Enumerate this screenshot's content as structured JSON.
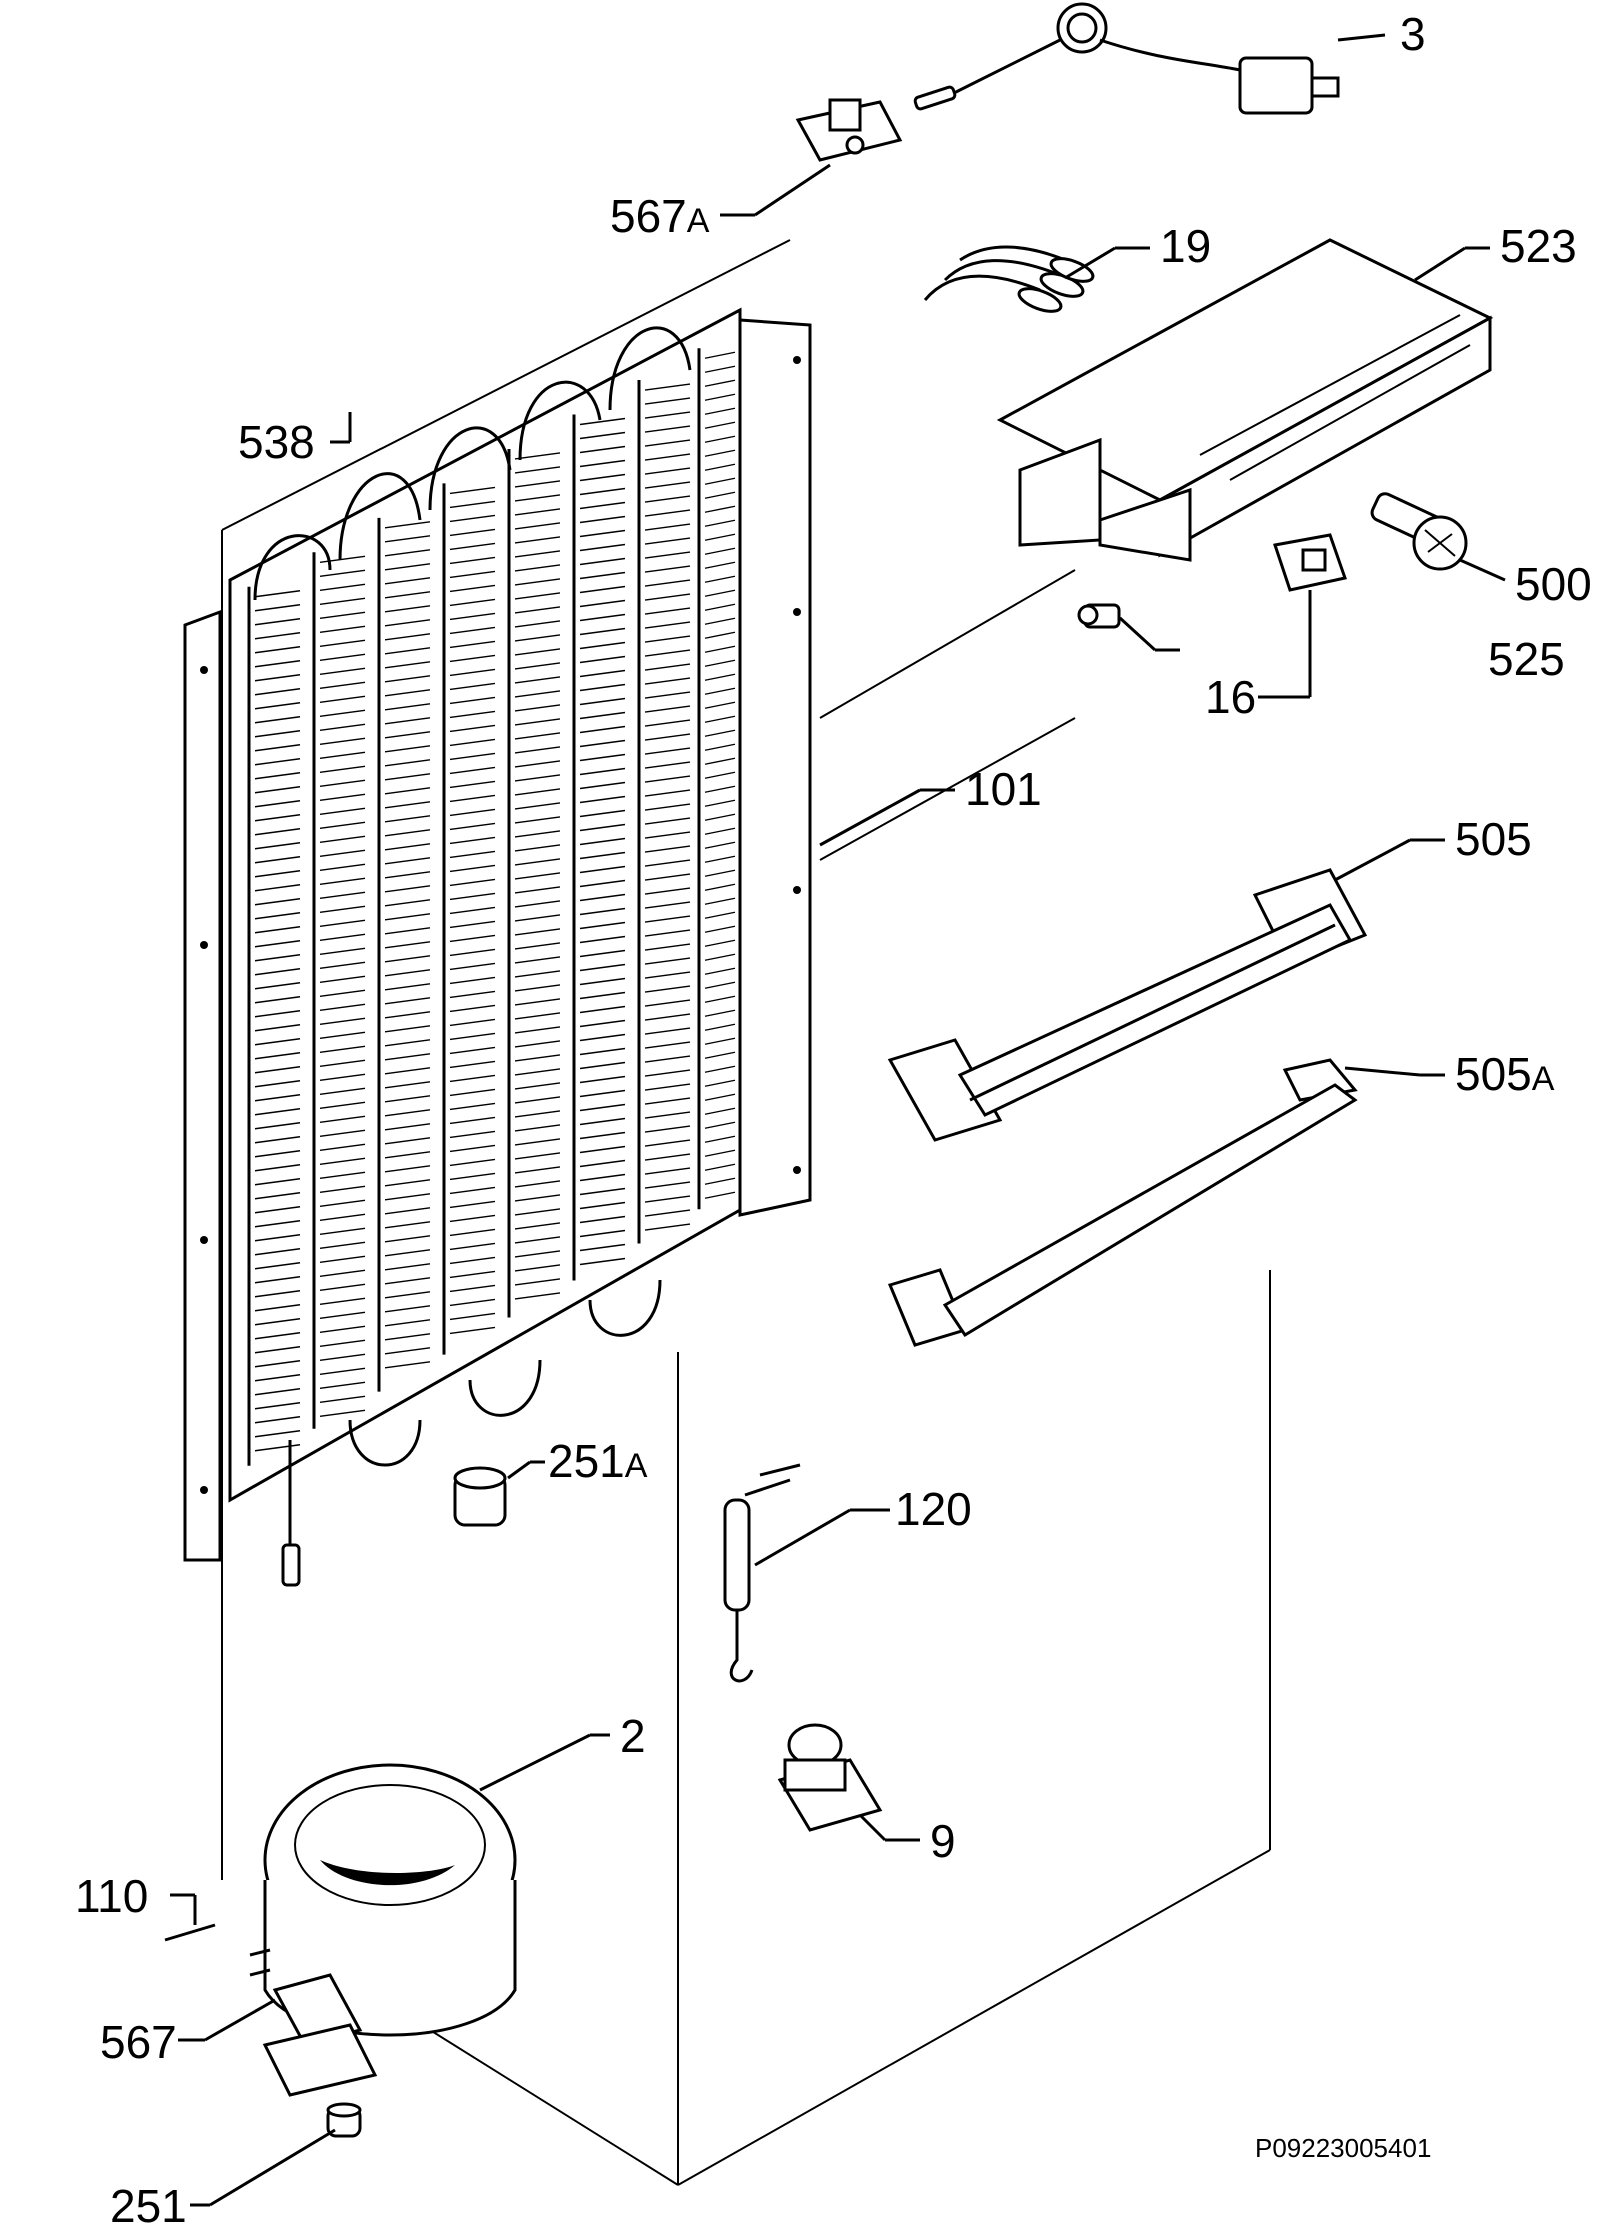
{
  "diagram": {
    "reference_code": "P09223005401",
    "callouts": [
      {
        "id": "c3",
        "number": "3",
        "suffix": ""
      },
      {
        "id": "c567a",
        "number": "567",
        "suffix": "A"
      },
      {
        "id": "c19",
        "number": "19",
        "suffix": ""
      },
      {
        "id": "c523",
        "number": "523",
        "suffix": ""
      },
      {
        "id": "c538",
        "number": "538",
        "suffix": ""
      },
      {
        "id": "c500",
        "number": "500",
        "suffix": ""
      },
      {
        "id": "c525",
        "number": "525",
        "suffix": ""
      },
      {
        "id": "c16",
        "number": "16",
        "suffix": ""
      },
      {
        "id": "c101",
        "number": "101",
        "suffix": ""
      },
      {
        "id": "c505",
        "number": "505",
        "suffix": ""
      },
      {
        "id": "c505a",
        "number": "505",
        "suffix": "A"
      },
      {
        "id": "c251a",
        "number": "251",
        "suffix": "A"
      },
      {
        "id": "c120",
        "number": "120",
        "suffix": ""
      },
      {
        "id": "c2",
        "number": "2",
        "suffix": ""
      },
      {
        "id": "c9",
        "number": "9",
        "suffix": ""
      },
      {
        "id": "c110",
        "number": "110",
        "suffix": ""
      },
      {
        "id": "c567",
        "number": "567",
        "suffix": ""
      },
      {
        "id": "c251",
        "number": "251",
        "suffix": ""
      }
    ]
  }
}
